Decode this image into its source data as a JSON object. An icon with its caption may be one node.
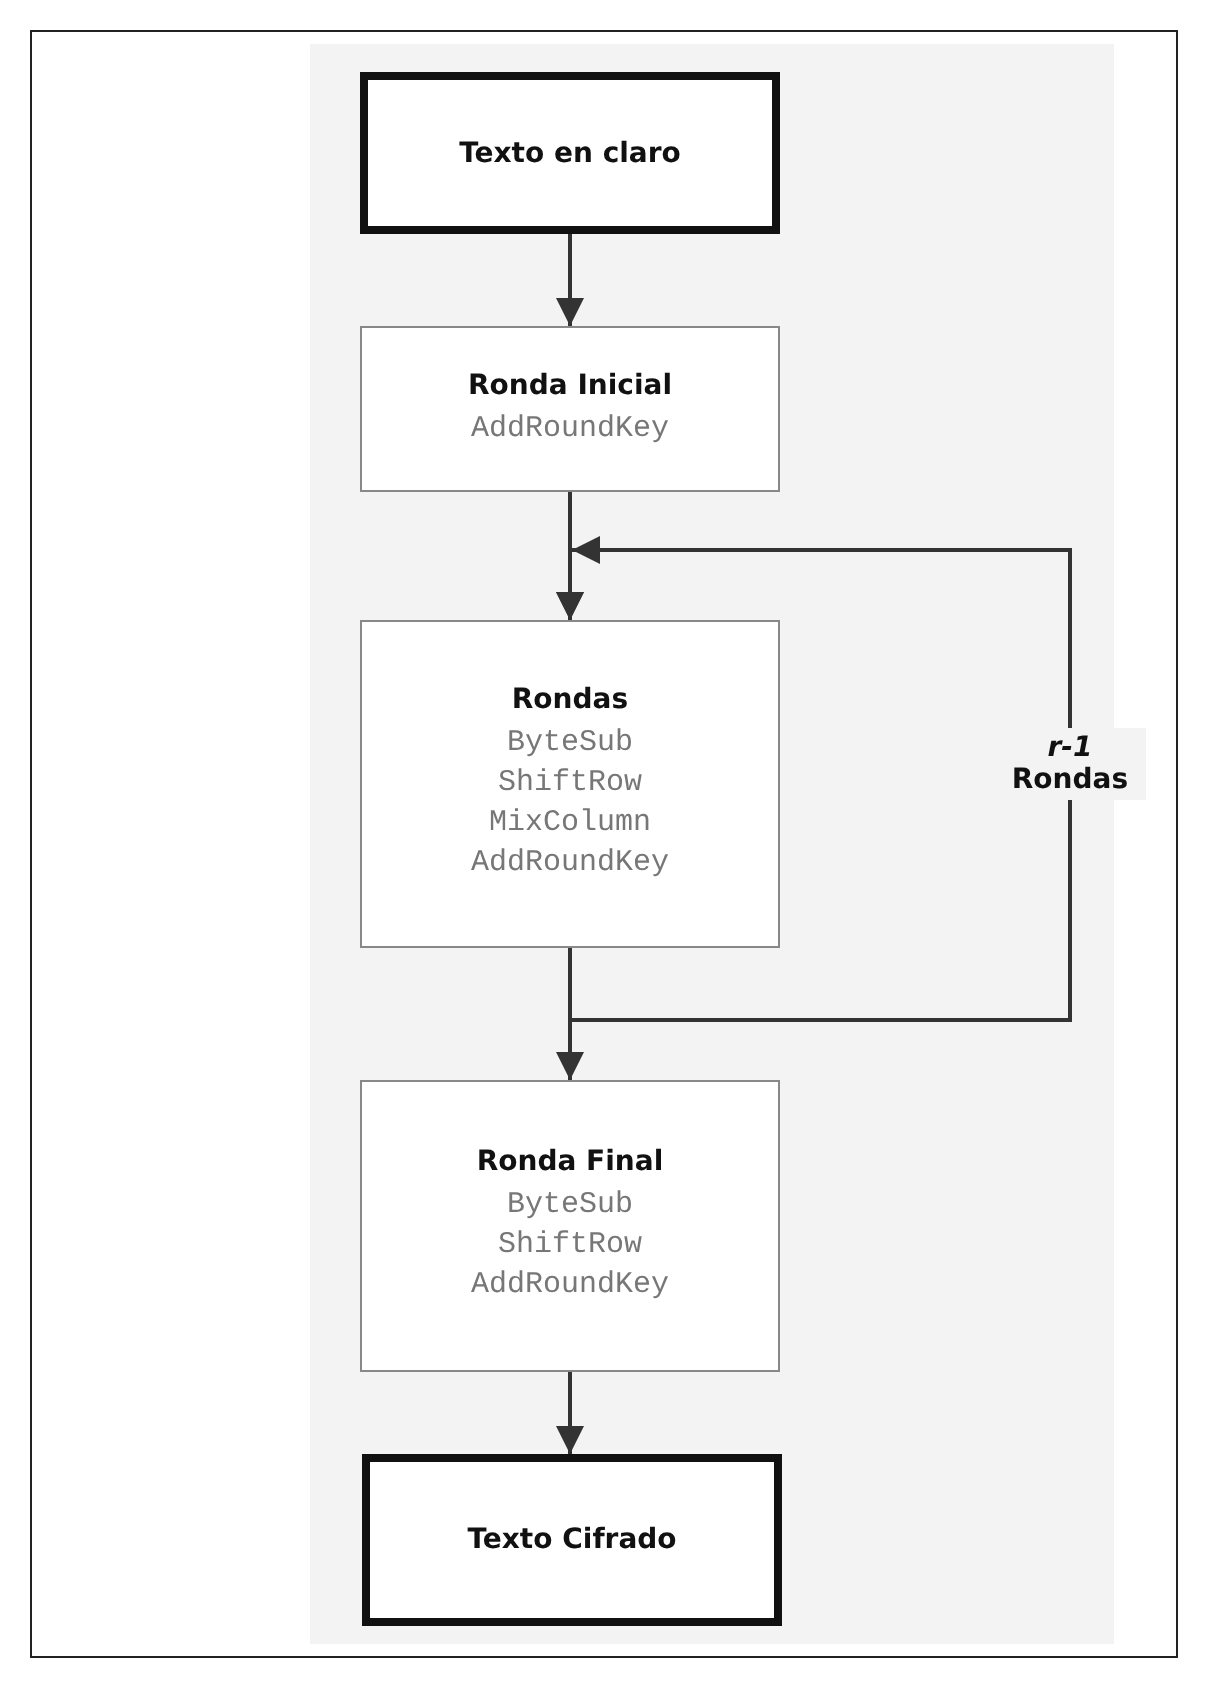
{
  "diagram": {
    "nodes": [
      {
        "text": [
          "Texto en claro"
        ]
      },
      {
        "text": [
          "Ronda Inicial",
          "AddRoundKey"
        ]
      },
      {
        "text": [
          "Rondas",
          "ByteSub",
          "ShiftRow",
          "MixColumn",
          "AddRoundKey"
        ]
      },
      {
        "text": [
          "Ronda Final",
          "ByteSub",
          "ShiftRow",
          "AddRoundKey"
        ]
      },
      {
        "text": [
          "Texto Cifrado"
        ]
      }
    ],
    "edges": [
      {
        "from": 0,
        "to": 1,
        "arrow": "to"
      },
      {
        "from": 1,
        "to": 2,
        "arrow": "to"
      },
      {
        "from": 2,
        "to": 2,
        "arrow": "to",
        "label": "*r-1* Rondas"
      },
      {
        "from": 2,
        "to": 3,
        "arrow": "to"
      },
      {
        "from": 3,
        "to": 4,
        "arrow": "to"
      }
    ]
  }
}
